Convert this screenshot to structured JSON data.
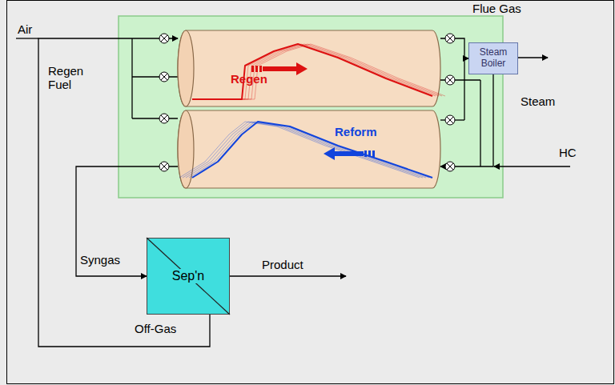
{
  "diagram": {
    "nodes": [
      {
        "text": [
          "Regen"
        ]
      },
      {
        "text": [
          "Reform"
        ]
      },
      {
        "text": [
          "Steam Boiler"
        ]
      },
      {
        "text": [
          "Sep'n"
        ]
      }
    ],
    "edges": [
      {
        "from": 0,
        "to": 2,
        "arrow": "to"
      },
      {
        "from": 2,
        "to": 1,
        "label": "Steam",
        "arrow": "to"
      },
      {
        "from": 1,
        "to": 3,
        "label": "Syngas",
        "arrow": "to"
      },
      {
        "from": 3,
        "to": 0,
        "label": "Off-Gas",
        "arrow": "to"
      }
    ],
    "labels": [
      "Air",
      "Flue Gas",
      "Regen Fuel",
      "HC",
      "Product"
    ]
  }
}
